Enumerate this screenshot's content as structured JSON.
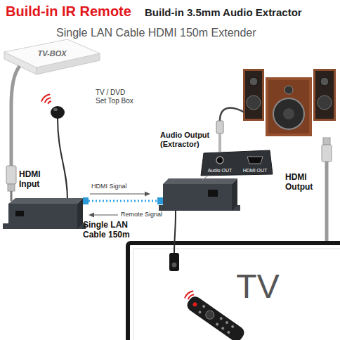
{
  "diagram": {
    "title": "Build-in IR Remote",
    "nodes": [
      {
        "text": [
          "TV-BOX"
        ]
      },
      {
        "text": [
          "Audio OUT",
          "HDMI OUT"
        ]
      },
      {
        "text": [
          "TV"
        ]
      }
    ],
    "labels": [
      "Build-in 3.5mm Audio Extractor",
      "Single LAN Cable HDMI 150m Extender",
      "TV / DVD Set Top Box",
      "HDMI Input",
      "HDMI Signal",
      "Remote Signal",
      "Single LAN Cable 150m",
      "Audio Output (Extractor)",
      "HDMI Output"
    ]
  }
}
